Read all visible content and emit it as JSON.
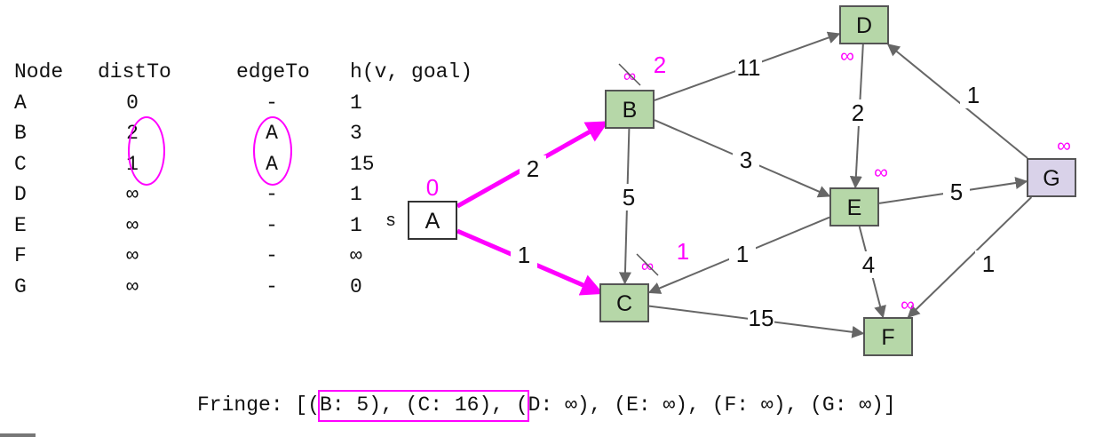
{
  "table": {
    "headers": [
      "Node",
      "distTo",
      "edgeTo",
      "h(v, goal)"
    ],
    "rows": [
      {
        "node": "A",
        "distTo": "0",
        "edgeTo": "-",
        "h": "1"
      },
      {
        "node": "B",
        "distTo": "2",
        "edgeTo": "A",
        "h": "3"
      },
      {
        "node": "C",
        "distTo": "1",
        "edgeTo": "A",
        "h": "15"
      },
      {
        "node": "D",
        "distTo": "∞",
        "edgeTo": "-",
        "h": "1"
      },
      {
        "node": "E",
        "distTo": "∞",
        "edgeTo": "-",
        "h": "1"
      },
      {
        "node": "F",
        "distTo": "∞",
        "edgeTo": "-",
        "h": "∞"
      },
      {
        "node": "G",
        "distTo": "∞",
        "edgeTo": "-",
        "h": "0"
      }
    ]
  },
  "graph": {
    "start_label": "s",
    "nodes": [
      {
        "id": "A",
        "dist": "0",
        "old_dist": ""
      },
      {
        "id": "B",
        "dist": "2",
        "old_dist": "∞"
      },
      {
        "id": "C",
        "dist": "1",
        "old_dist": "∞"
      },
      {
        "id": "D",
        "dist": "∞",
        "old_dist": ""
      },
      {
        "id": "E",
        "dist": "∞",
        "old_dist": ""
      },
      {
        "id": "F",
        "dist": "∞",
        "old_dist": ""
      },
      {
        "id": "G",
        "dist": "∞",
        "old_dist": ""
      }
    ],
    "edges": [
      {
        "from": "A",
        "to": "B",
        "weight": "2",
        "highlight": true
      },
      {
        "from": "A",
        "to": "C",
        "weight": "1",
        "highlight": true
      },
      {
        "from": "B",
        "to": "D",
        "weight": "11",
        "highlight": false
      },
      {
        "from": "B",
        "to": "E",
        "weight": "3",
        "highlight": false
      },
      {
        "from": "B",
        "to": "C",
        "weight": "5",
        "highlight": false
      },
      {
        "from": "D",
        "to": "E",
        "weight": "2",
        "highlight": false
      },
      {
        "from": "E",
        "to": "C",
        "weight": "1",
        "highlight": false
      },
      {
        "from": "E",
        "to": "G",
        "weight": "5",
        "highlight": false
      },
      {
        "from": "E",
        "to": "F",
        "weight": "4",
        "highlight": false
      },
      {
        "from": "C",
        "to": "F",
        "weight": "15",
        "highlight": false
      },
      {
        "from": "G",
        "to": "D",
        "weight": "1",
        "highlight": false
      },
      {
        "from": "G",
        "to": "F",
        "weight": "1",
        "highlight": false
      }
    ]
  },
  "fringe": {
    "text": "Fringe: [(B: 5), (C: 16), (D: ∞), (E: ∞), (F: ∞), (G: ∞)]"
  },
  "colors": {
    "highlight": "#ff00ff",
    "node_green": "#b6d7a8",
    "node_goal": "#d9d2e9",
    "node_start": "#ffffff",
    "edge": "#666666"
  }
}
